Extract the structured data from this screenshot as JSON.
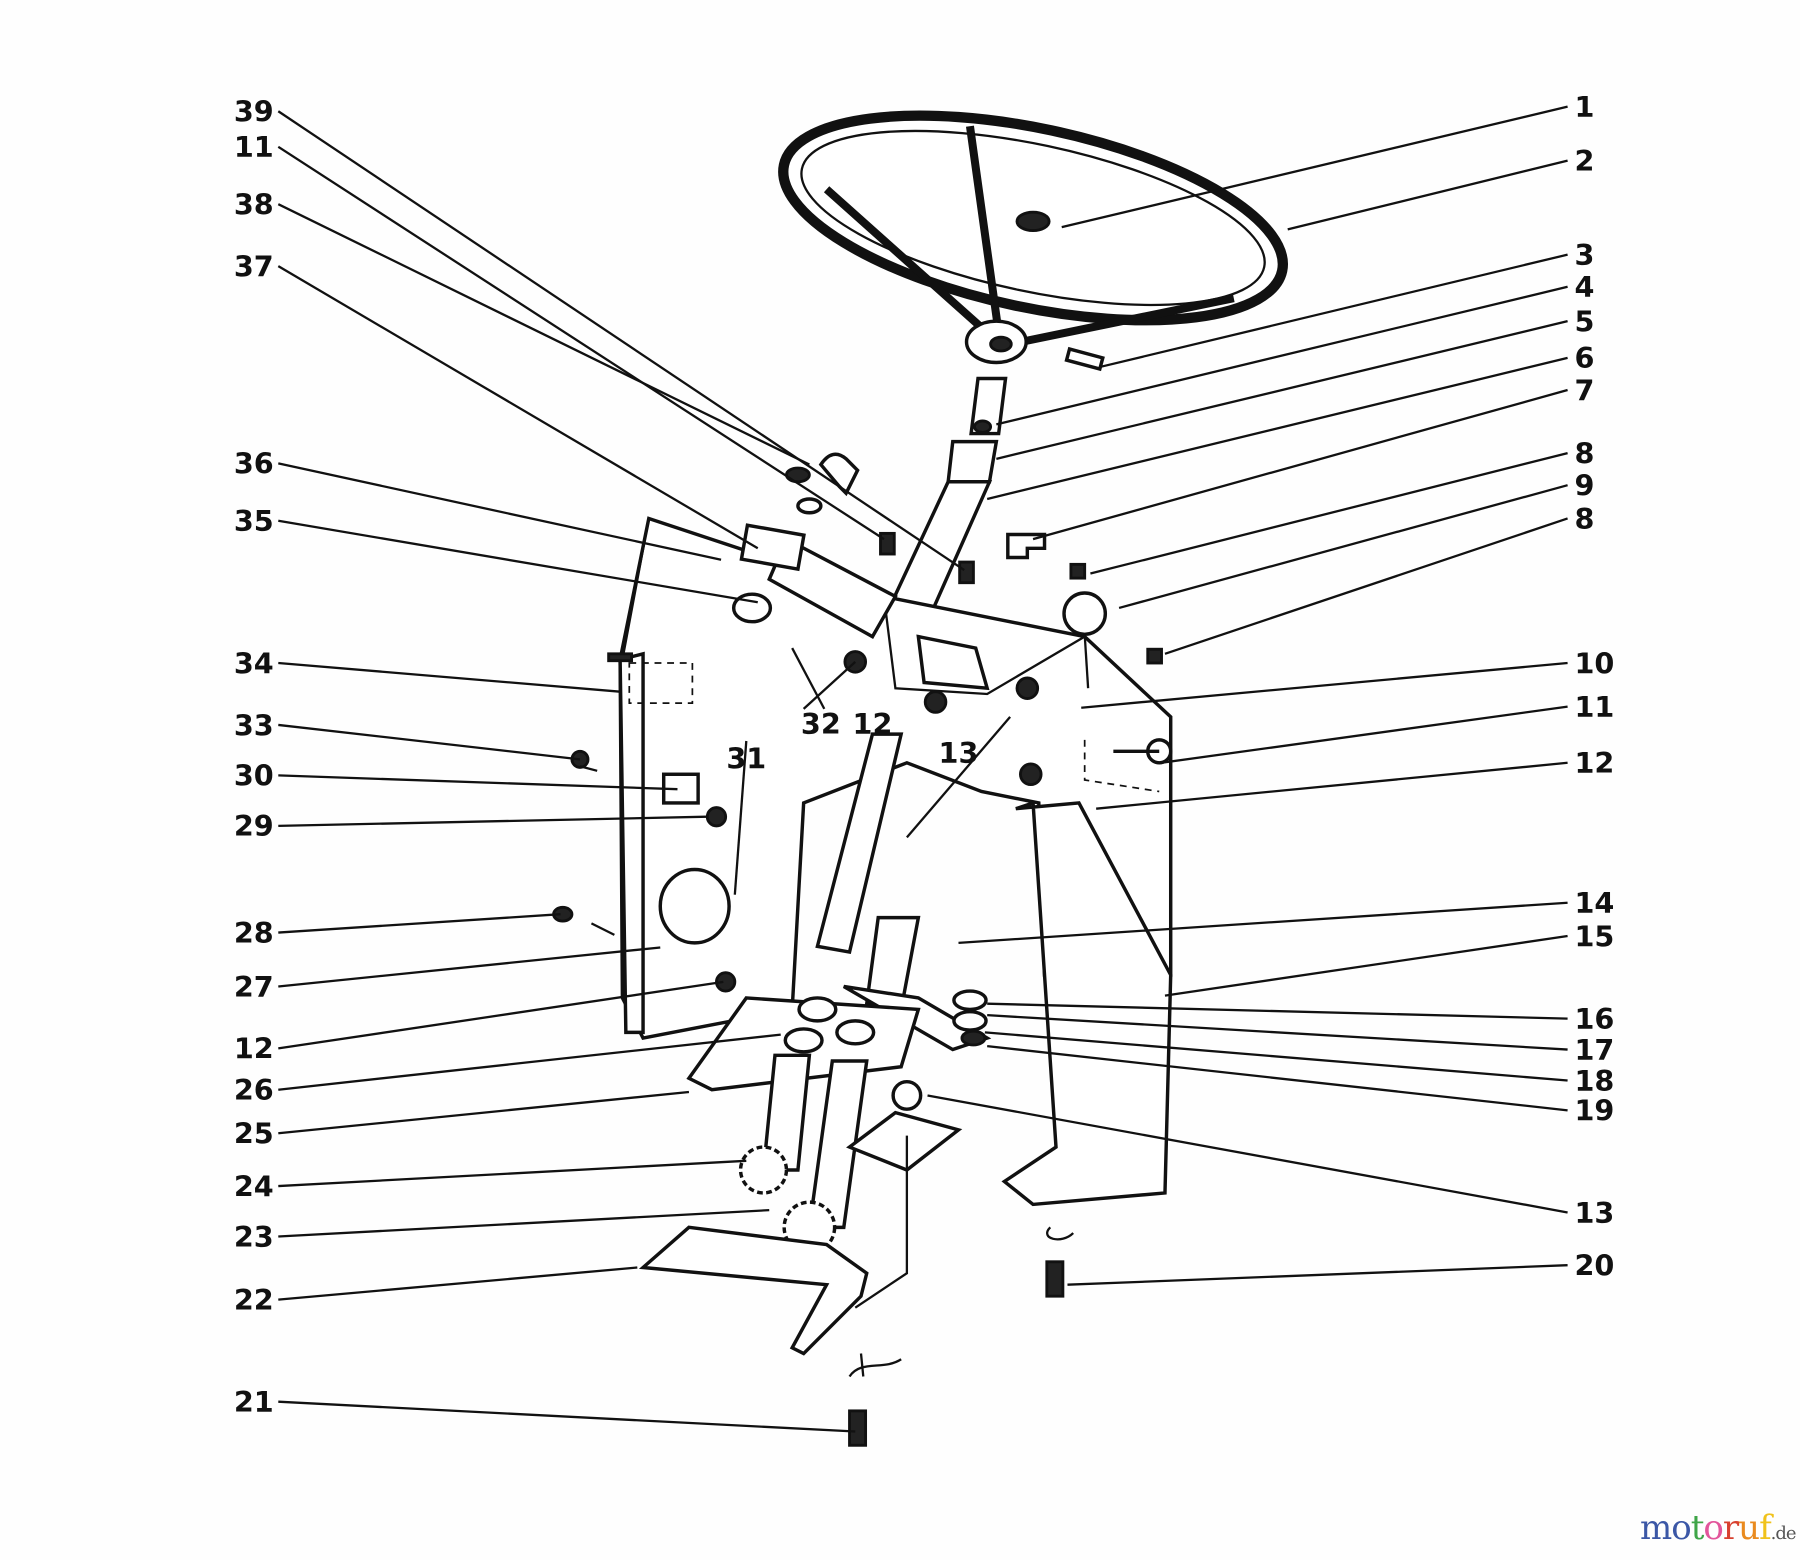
{
  "diagram": {
    "callouts": {
      "left": [
        "39",
        "11",
        "38",
        "37",
        "36",
        "35",
        "34",
        "33",
        "30",
        "29",
        "28",
        "27",
        "12",
        "26",
        "25",
        "24",
        "23",
        "22",
        "21"
      ],
      "middle": [
        "32",
        "12",
        "31",
        "13"
      ],
      "right": [
        "1",
        "2",
        "3",
        "4",
        "5",
        "6",
        "7",
        "8",
        "9",
        "8",
        "10",
        "11",
        "12",
        "14",
        "15",
        "16",
        "17",
        "18",
        "19",
        "13",
        "20"
      ]
    }
  },
  "watermark": {
    "name": "motoruf",
    "tld": ".de",
    "colors": [
      "#3b57a6",
      "#3b57a6",
      "#3fa548",
      "#e2559b",
      "#d8402f",
      "#e98a1f",
      "#f0c21b"
    ]
  }
}
